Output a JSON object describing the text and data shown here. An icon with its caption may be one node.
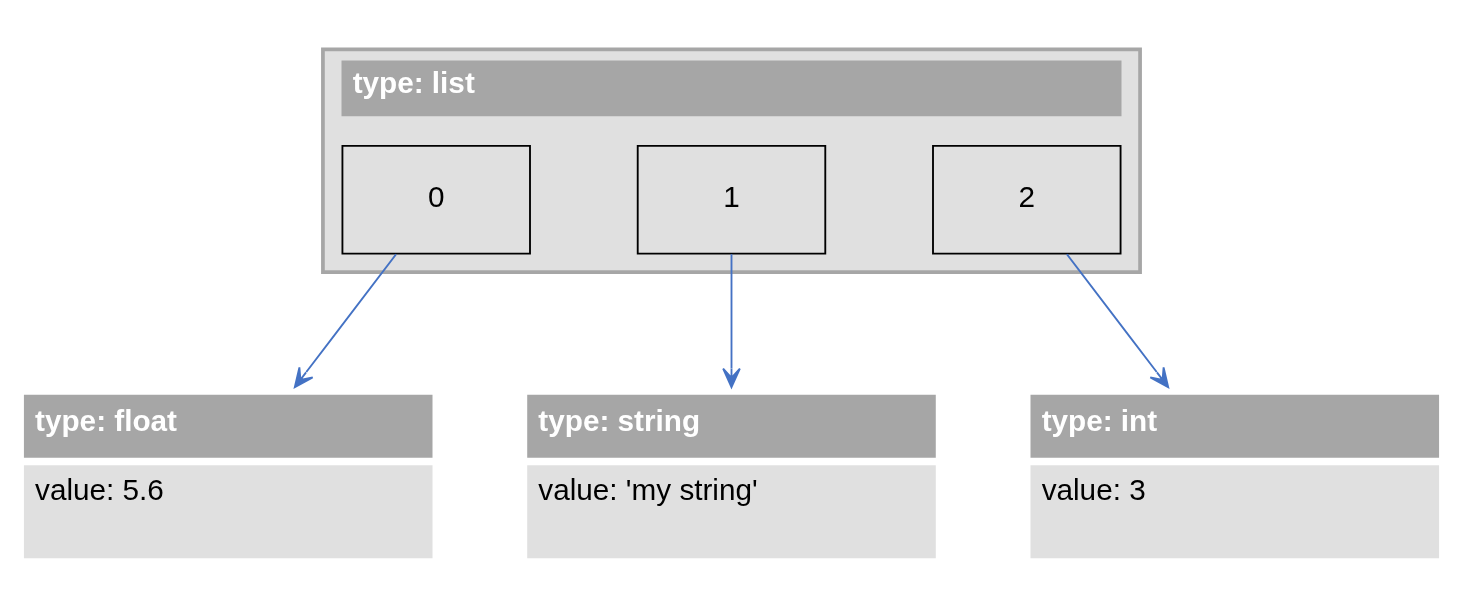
{
  "diagram": {
    "nodes": [
      {
        "text": [
          "type: list"
        ]
      },
      {
        "text": [
          "0"
        ],
        "in": 0
      },
      {
        "text": [
          "1"
        ],
        "in": 0
      },
      {
        "text": [
          "2"
        ],
        "in": 0
      },
      {
        "text": [
          "type: float",
          "value: 5.6"
        ]
      },
      {
        "text": [
          "type: string",
          "value: 'my string'"
        ]
      },
      {
        "text": [
          "type: int",
          "value: 3"
        ]
      }
    ],
    "edges": [
      {
        "from": 1,
        "to": 4,
        "arrow": "to"
      },
      {
        "from": 2,
        "to": 5,
        "arrow": "to"
      },
      {
        "from": 3,
        "to": 6,
        "arrow": "to"
      }
    ]
  }
}
